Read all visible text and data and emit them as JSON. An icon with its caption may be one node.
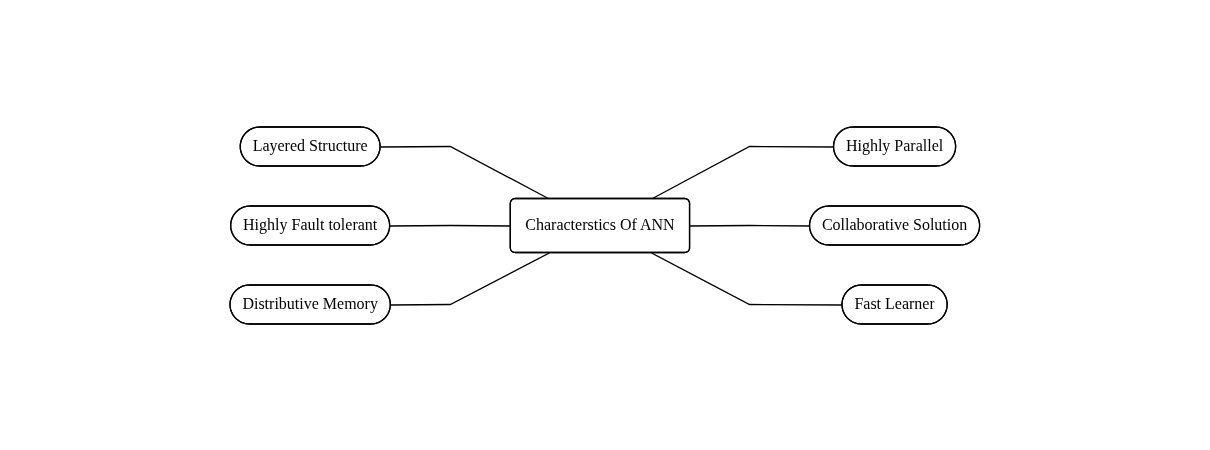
{
  "diagram": {
    "nodes": [
      {
        "text": [
          "Layered Structure"
        ]
      },
      {
        "text": [
          "Highly Parallel"
        ]
      },
      {
        "text": [
          "Highly Fault tolerant"
        ]
      },
      {
        "text": [
          "Characterstics Of ANN"
        ]
      },
      {
        "text": [
          "Collaborative Solution"
        ]
      },
      {
        "text": [
          "Distributive Memory"
        ]
      },
      {
        "text": [
          "Fast Learner"
        ]
      }
    ],
    "edges": [
      {
        "from": 0,
        "to": 3,
        "arrow": "none"
      },
      {
        "from": 2,
        "to": 3,
        "arrow": "none"
      },
      {
        "from": 5,
        "to": 3,
        "arrow": "none"
      },
      {
        "from": 3,
        "to": 1,
        "arrow": "none"
      },
      {
        "from": 3,
        "to": 4,
        "arrow": "none"
      },
      {
        "from": 3,
        "to": 6,
        "arrow": "none"
      }
    ]
  }
}
